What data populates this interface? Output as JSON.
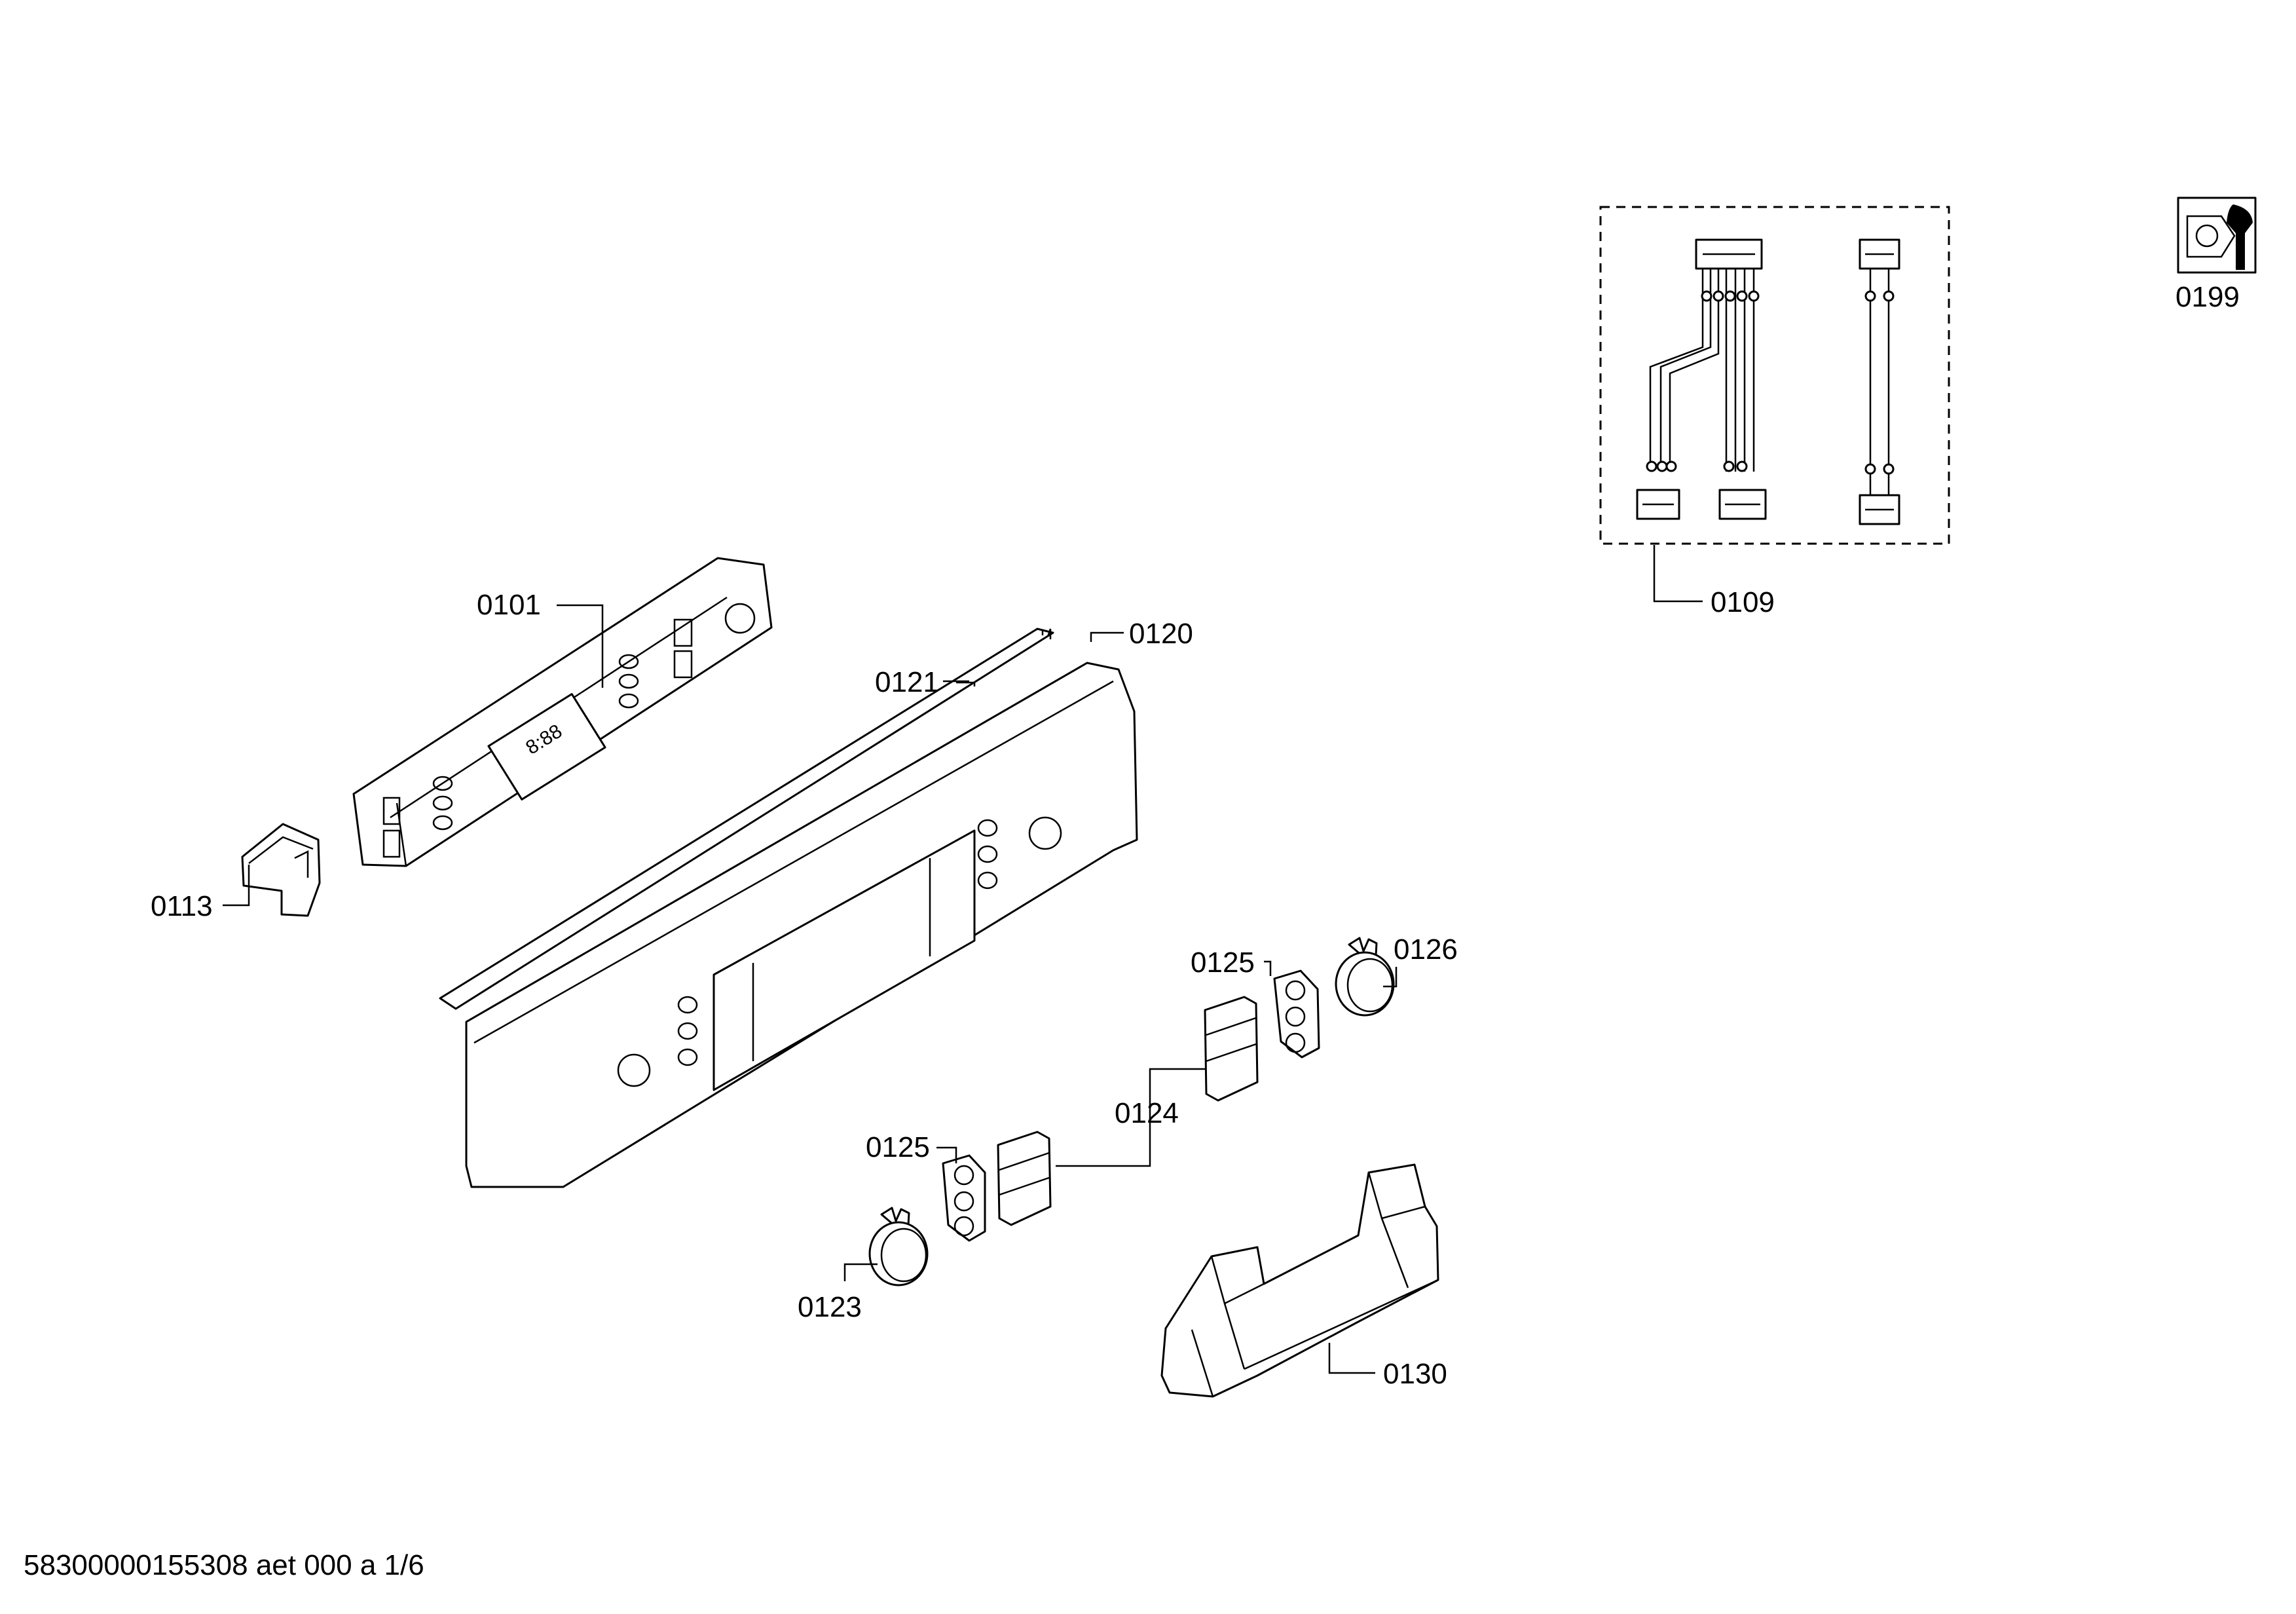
{
  "labels": {
    "p0101": "0101",
    "p0109": "0109",
    "p0113": "0113",
    "p0120": "0120",
    "p0121": "0121",
    "p0123": "0123",
    "p0124": "0124",
    "p0125a": "0125",
    "p0125b": "0125",
    "p0126": "0126",
    "p0130": "0130",
    "p0199": "0199"
  },
  "footer": {
    "code": "58300000155308 aet 000 a 1/6"
  },
  "icons": {
    "service": "tool-wrench-icon"
  }
}
